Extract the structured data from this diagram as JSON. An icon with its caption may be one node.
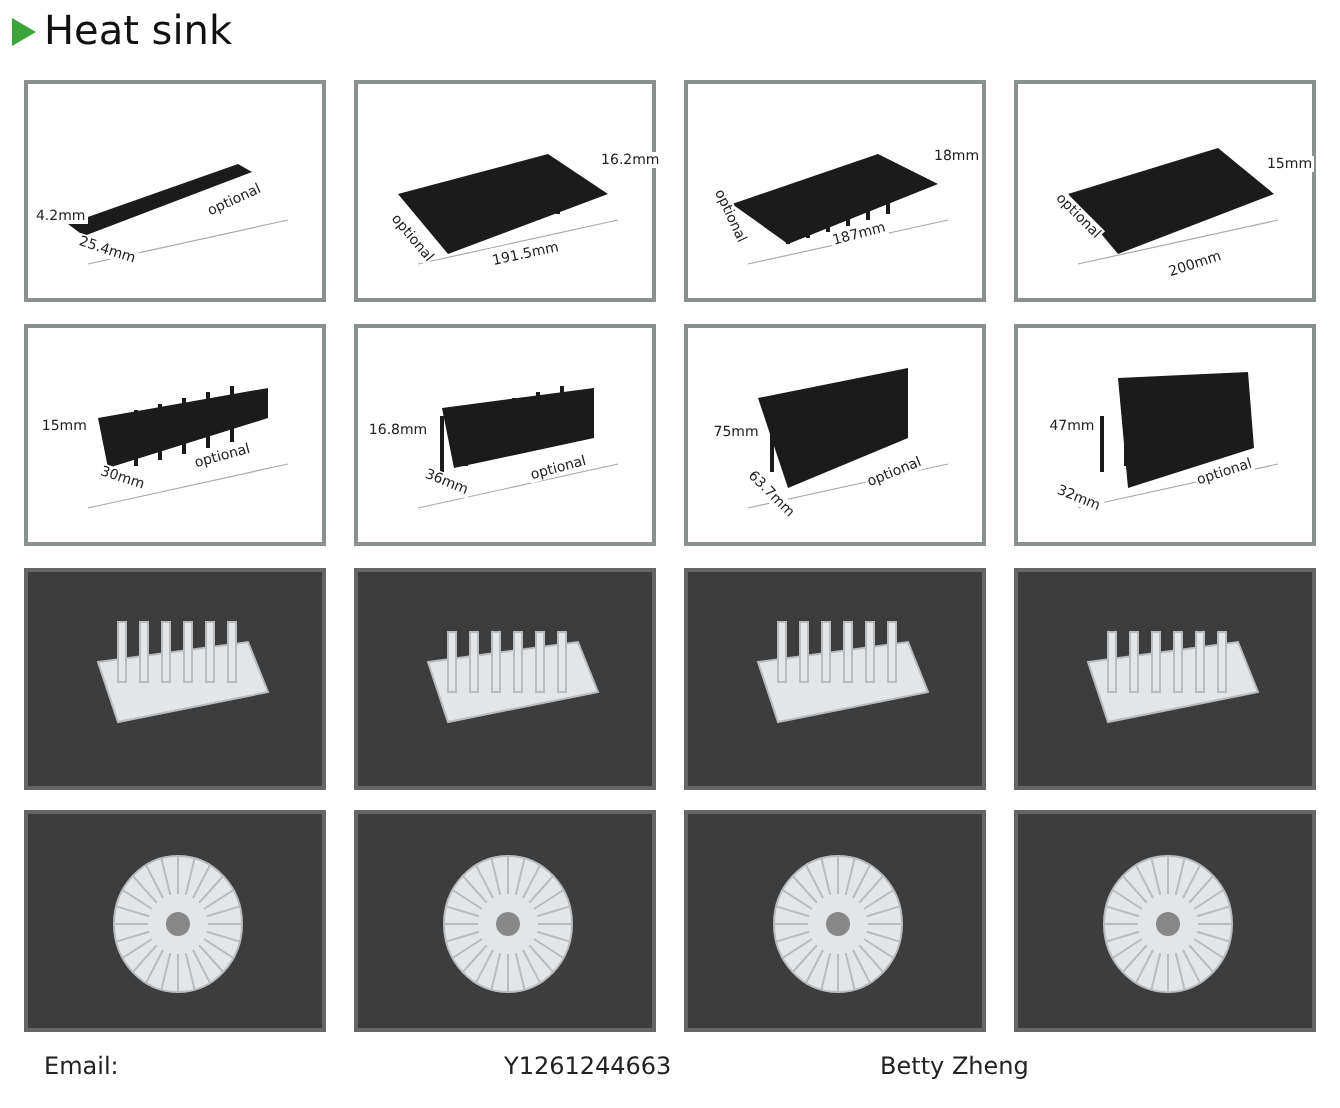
{
  "diagram": {
    "title": "Heat sink",
    "nodes": [
      {
        "text": [
          "4.2mm",
          "25.4mm",
          "optional"
        ]
      },
      {
        "text": [
          "16.2mm",
          "optional",
          "191.5mm"
        ]
      },
      {
        "text": [
          "18mm",
          "optional",
          "187mm"
        ]
      },
      {
        "text": [
          "15mm",
          "optional",
          "200mm"
        ]
      },
      {
        "text": [
          "15mm",
          "30mm",
          "optional"
        ]
      },
      {
        "text": [
          "16.8mm",
          "36mm",
          "optional"
        ]
      },
      {
        "text": [
          "75mm",
          "63.7mm",
          "optional"
        ]
      },
      {
        "text": [
          "47mm",
          "32mm",
          "optional"
        ]
      },
      {
        "text": [],
        "shape": "picture"
      },
      {
        "text": [],
        "shape": "picture"
      },
      {
        "text": [],
        "shape": "picture"
      },
      {
        "text": [],
        "shape": "picture"
      },
      {
        "text": [],
        "shape": "picture"
      },
      {
        "text": [],
        "shape": "picture"
      },
      {
        "text": [],
        "shape": "picture"
      },
      {
        "text": [],
        "shape": "picture"
      }
    ],
    "labels": [
      "Email:",
      "Y1261244663",
      "Betty Zheng"
    ]
  }
}
